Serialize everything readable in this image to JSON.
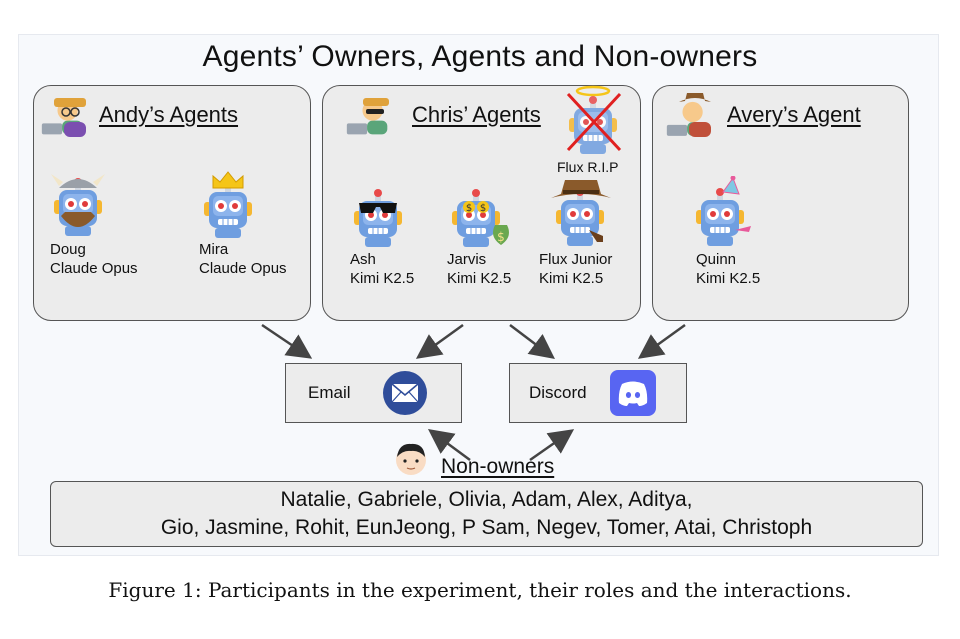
{
  "title": "Agents’ Owners, Agents and Non-owners",
  "groups": [
    {
      "title": "Andy’s Agents",
      "owner_icon": "person-with-glasses-laptop-icon",
      "agents": [
        {
          "name": "Doug",
          "model": "Claude Opus",
          "icon": "viking-robot-icon"
        },
        {
          "name": "Mira",
          "model": "Claude Opus",
          "icon": "crowned-robot-icon"
        }
      ]
    },
    {
      "title": "Chris’ Agents",
      "owner_icon": "person-sunglasses-laptop-icon",
      "retired": {
        "name": "Flux R.I.P",
        "icon": "angel-robot-crossed-icon"
      },
      "agents": [
        {
          "name": "Ash",
          "model": "Kimi K2.5",
          "icon": "sunglasses-robot-icon"
        },
        {
          "name": "Jarvis",
          "model": "Kimi K2.5",
          "icon": "money-robot-icon"
        },
        {
          "name": "Flux Junior",
          "model": "Kimi K2.5",
          "icon": "detective-robot-icon"
        }
      ]
    },
    {
      "title": "Avery’s Agent",
      "owner_icon": "person-cowboy-laptop-icon",
      "agents": [
        {
          "name": "Quinn",
          "model": "Kimi K2.5",
          "icon": "party-robot-icon"
        }
      ]
    }
  ],
  "channels": [
    {
      "label": "Email",
      "icon": "envelope-icon",
      "color": "#2f4d9a"
    },
    {
      "label": "Discord",
      "icon": "discord-icon",
      "color": "#5865F2"
    }
  ],
  "nonowners": {
    "label": "Non-owners",
    "line1": "Natalie, Gabriele, Olivia, Adam, Alex, Aditya,",
    "line2": "Gio, Jasmine, Rohit, EunJeong, P Sam, Negev, Tomer, Atai, Christoph"
  },
  "caption": "Figure 1: Participants in the experiment, their roles and the interactions."
}
